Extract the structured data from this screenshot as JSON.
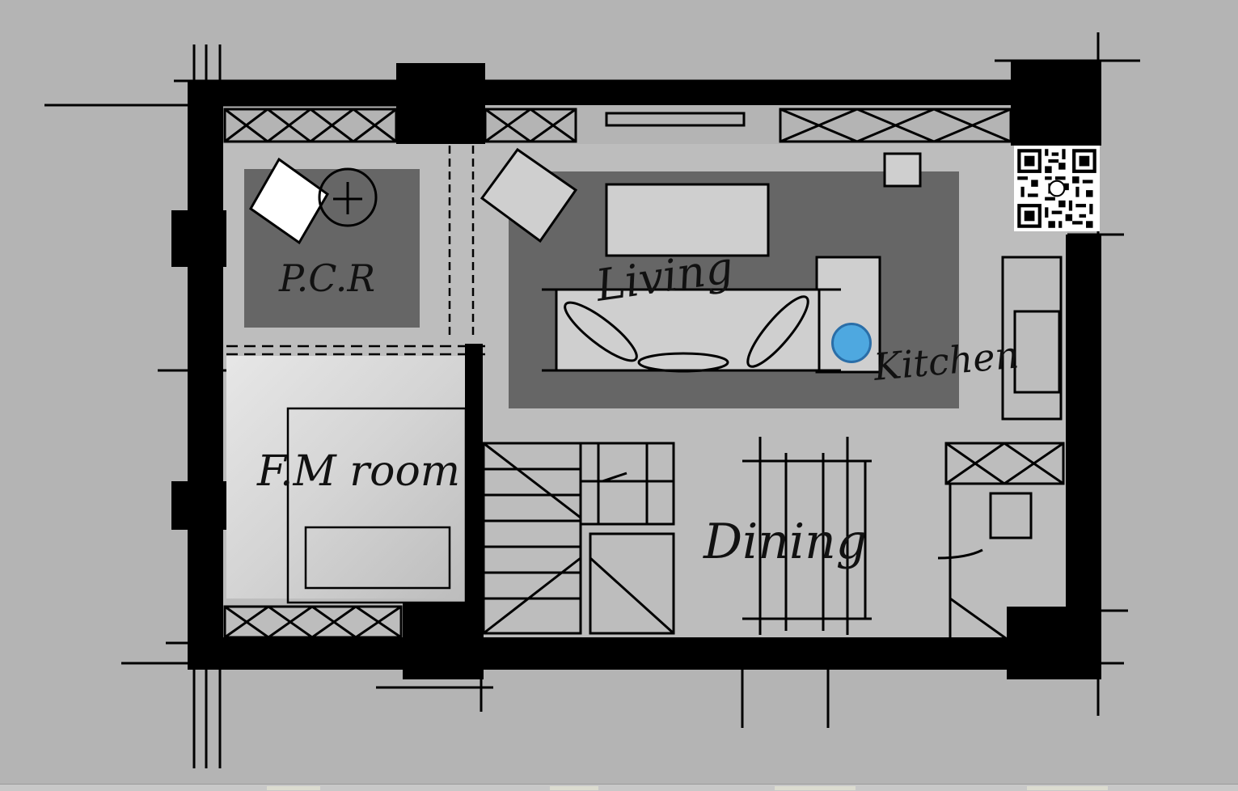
{
  "canvas": {
    "background": "#b4b4b4",
    "wall_color": "#000000",
    "rug_color": "#666666"
  },
  "rooms": {
    "pcr_label": "P.C.R",
    "living_label": "Living",
    "kitchen_label": "Kitchen",
    "family_room_label": "F.M room",
    "dining_label": "Dining"
  },
  "overlay": {
    "qr_icon": "qr-code-icon",
    "cursor_color": "#4ea8e0",
    "cursor_icon": "pen-cursor-icon"
  }
}
